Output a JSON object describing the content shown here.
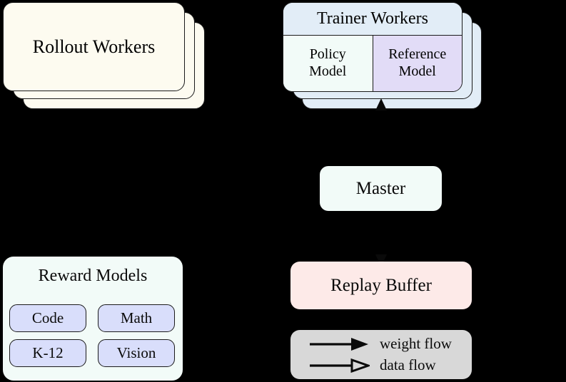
{
  "diagram": {
    "background_color": "#000000",
    "nodes": {
      "rollout_workers": {
        "label": "Rollout Workers",
        "color": "#fdfbf0",
        "stack_count": 3
      },
      "trainer_workers": {
        "label": "Trainer Workers",
        "color": "#e2edf7",
        "stack_count": 3,
        "sub_nodes": [
          {
            "label": "Policy\nModel",
            "line1": "Policy",
            "line2": "Model",
            "color": "#f2fbf8"
          },
          {
            "label": "Reference\nModel",
            "line1": "Reference",
            "line2": "Model",
            "color": "#e2dcf7"
          }
        ]
      },
      "master": {
        "label": "Master",
        "color": "#f2fbf8"
      },
      "reward_models": {
        "label": "Reward Models",
        "color": "#f2fbf8",
        "chips": [
          {
            "label": "Code",
            "color": "#d9defb"
          },
          {
            "label": "Math",
            "color": "#d9defb"
          },
          {
            "label": "K-12",
            "color": "#d9defb"
          },
          {
            "label": "Vision",
            "color": "#d9defb"
          }
        ]
      },
      "replay_buffer": {
        "label": "Replay Buffer",
        "color": "#fdeae8"
      }
    },
    "legend": {
      "background_color": "#d8d8d8",
      "entries": [
        {
          "label": "weight flow",
          "arrowhead": "filled"
        },
        {
          "label": "data flow",
          "arrowhead": "hollow"
        }
      ]
    },
    "edges": [
      {
        "from": "master",
        "to": "trainer_workers",
        "kind": "weight flow",
        "direction": "up"
      },
      {
        "from": "master",
        "to": "replay_buffer",
        "kind": "weight flow",
        "direction": "down"
      }
    ]
  }
}
